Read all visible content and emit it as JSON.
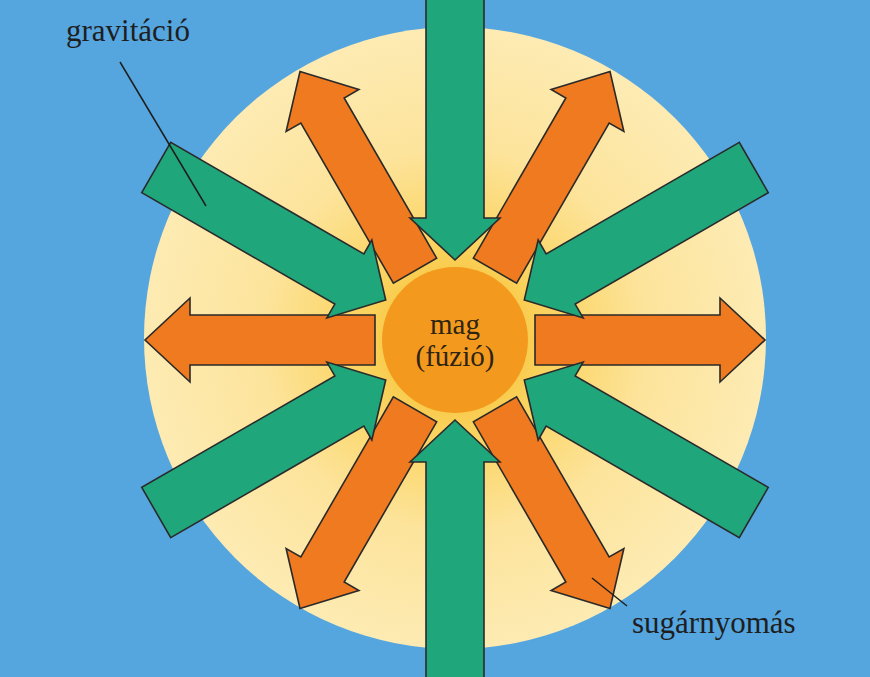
{
  "diagram": {
    "nodes": [
      {
        "text": [
          "mag (fúzió)"
        ]
      }
    ],
    "labels": [
      "gravitáció",
      "sugárnyomás"
    ]
  }
}
